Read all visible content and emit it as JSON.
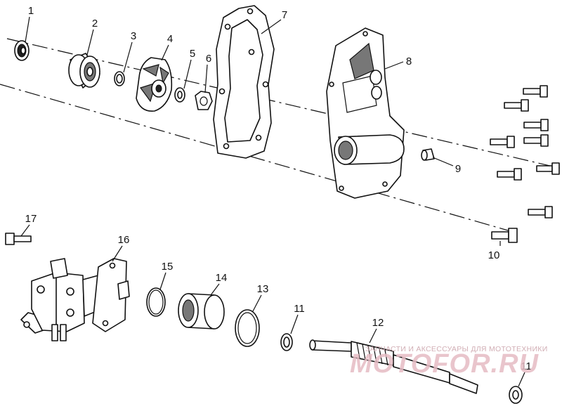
{
  "callouts": [
    "1",
    "2",
    "3",
    "4",
    "5",
    "6",
    "7",
    "8",
    "9",
    "10",
    "17",
    "16",
    "15",
    "14",
    "13",
    "11",
    "12",
    "11"
  ],
  "watermark": {
    "tagline": "ЗАПЧАСТИ И АКСЕССУАРЫ ДЛЯ МОТОТЕХНИКИ",
    "brand": "MOTOFOR.RU"
  }
}
